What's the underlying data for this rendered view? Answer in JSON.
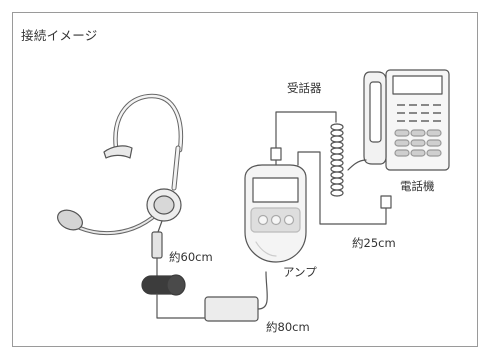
{
  "diagram": {
    "title": "接続イメージ",
    "labels": {
      "receiver": "受話器",
      "telephone": "電話機",
      "amp": "アンプ",
      "len_headset": "約60cm",
      "len_phone": "約25cm",
      "len_adapter": "約80cm"
    },
    "components": [
      "headset",
      "amplifier",
      "telephone",
      "handset-receiver",
      "ac-adapter",
      "inline-connector"
    ]
  }
}
